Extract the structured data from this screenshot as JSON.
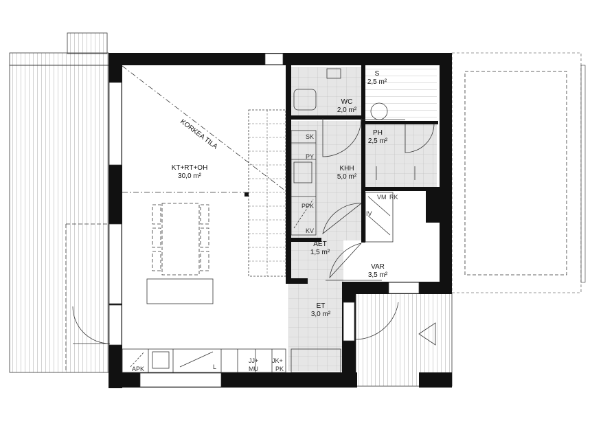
{
  "colors": {
    "wall": "#111111",
    "wet_floor": "#e6e6e6",
    "line": "#333333",
    "background": "#ffffff"
  },
  "rooms": [
    {
      "id": "living",
      "name": "KT+RT+OH",
      "area": "30,0 m²"
    },
    {
      "id": "wc",
      "name": "WC",
      "area": "2,0 m²"
    },
    {
      "id": "sauna",
      "name": "S",
      "area": "2,5 m²"
    },
    {
      "id": "shower",
      "name": "PH",
      "area": "2,5 m²"
    },
    {
      "id": "utility",
      "name": "KHH",
      "area": "5,0 m²"
    },
    {
      "id": "cloak",
      "name": "AET",
      "area": "1,5 m²"
    },
    {
      "id": "storage",
      "name": "VAR",
      "area": "3,5 m²"
    },
    {
      "id": "entrance",
      "name": "ET",
      "area": "3,0 m²"
    }
  ],
  "annotations": {
    "high_space": "KORKEA TILA"
  },
  "fixtures": {
    "sk": "SK",
    "py": "PY",
    "ppk": "PPK",
    "kv": "KV",
    "vm": "VM",
    "rk": "RK",
    "iv": "IV",
    "apk": "APK",
    "l": "L",
    "ju_mu_1": "JJ+",
    "ju_mu_2": "MU",
    "jk_pk_1": "JK+",
    "jk_pk_2": "PK"
  }
}
